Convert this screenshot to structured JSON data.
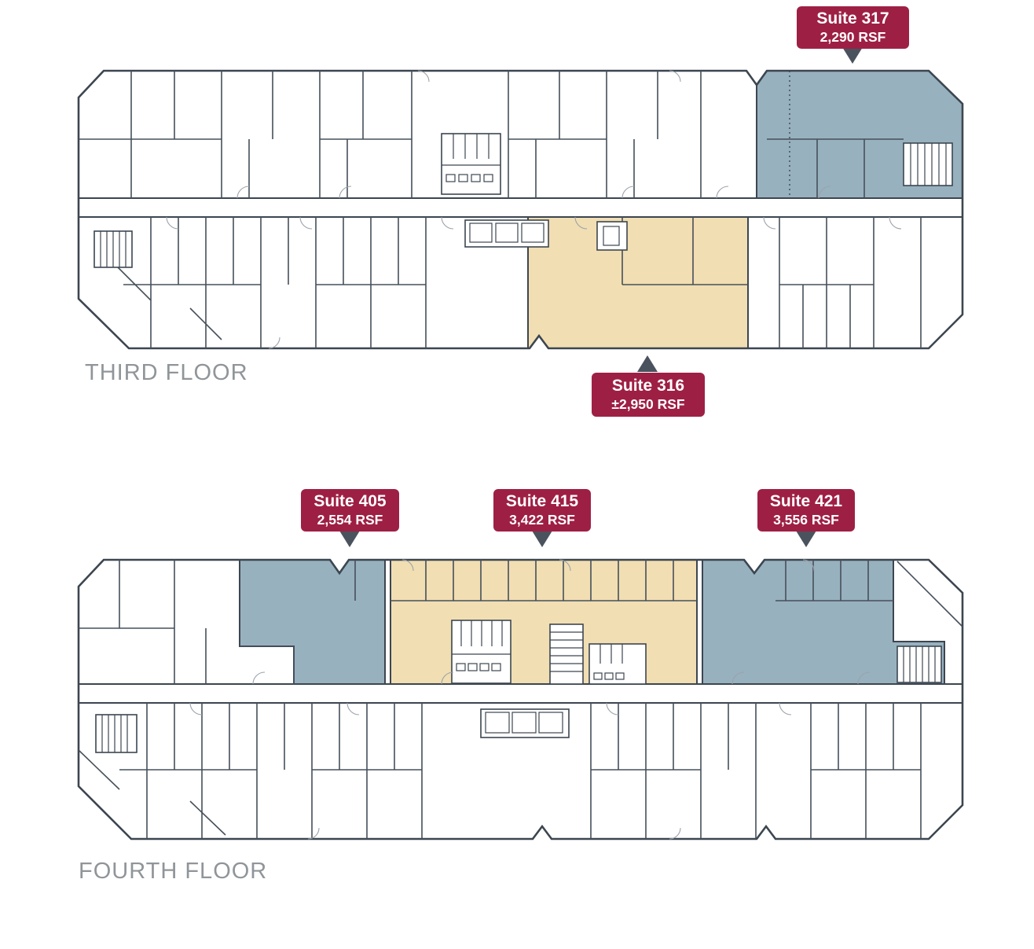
{
  "colors": {
    "callout_bg": "#9e1f44",
    "callout_text": "#ffffff",
    "pointer": "#4a535d",
    "suite_blue": "#98b1bf",
    "suite_tan": "#f1deb2",
    "wall": "#3c4650",
    "floor_label": "#909599"
  },
  "floors": [
    {
      "name": "THIRD FLOOR",
      "suites": [
        {
          "id": "suite-317",
          "name": "Suite 317",
          "rsf": "2,290 RSF",
          "highlight": "blue"
        },
        {
          "id": "suite-316",
          "name": "Suite 316",
          "rsf": "±2,950 RSF",
          "highlight": "tan"
        }
      ]
    },
    {
      "name": "FOURTH FLOOR",
      "suites": [
        {
          "id": "suite-405",
          "name": "Suite 405",
          "rsf": "2,554 RSF",
          "highlight": "blue"
        },
        {
          "id": "suite-415",
          "name": "Suite 415",
          "rsf": "3,422 RSF",
          "highlight": "tan"
        },
        {
          "id": "suite-421",
          "name": "Suite 421",
          "rsf": "3,556 RSF",
          "highlight": "blue"
        }
      ]
    }
  ]
}
